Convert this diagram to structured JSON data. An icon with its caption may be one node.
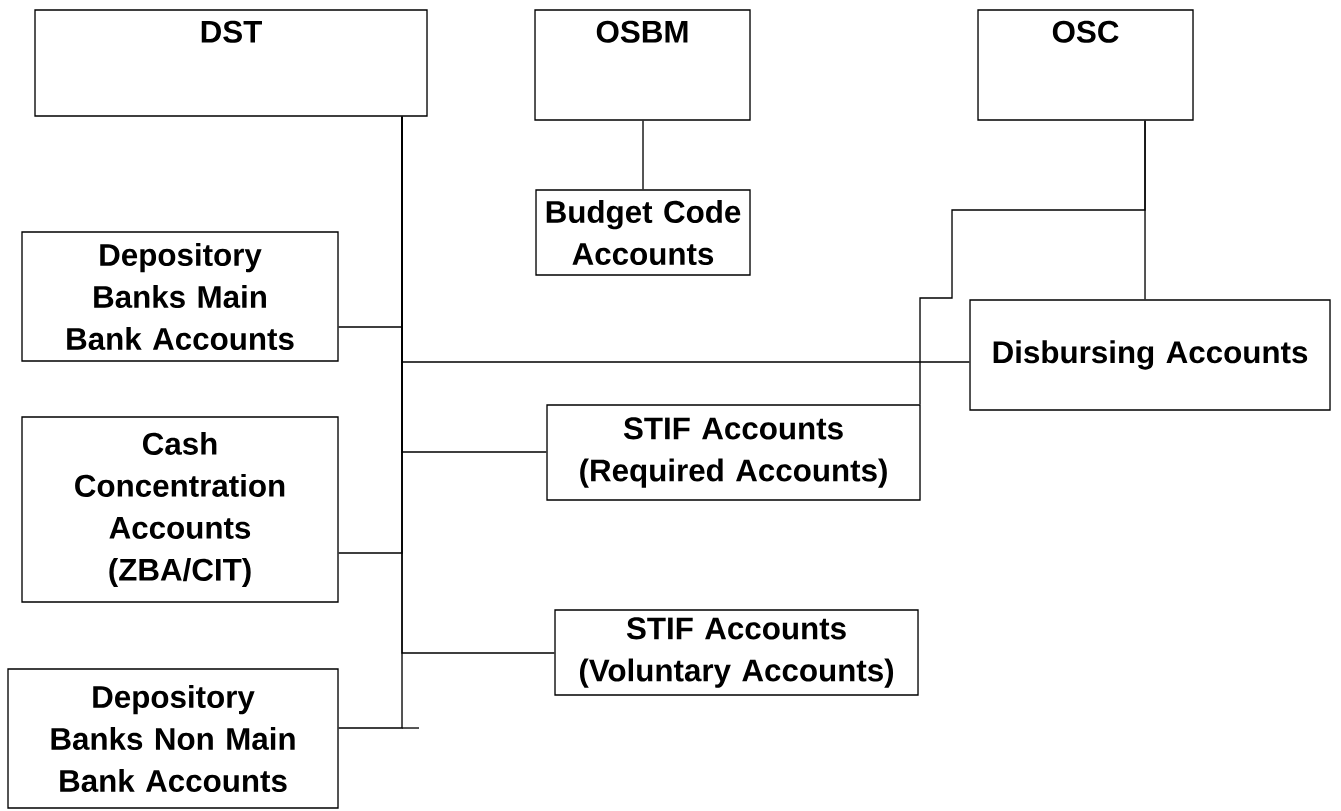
{
  "diagram": {
    "nodes": [
      {
        "text": [
          "DST"
        ]
      },
      {
        "text": [
          "OSBM"
        ]
      },
      {
        "text": [
          "OSC"
        ]
      },
      {
        "text": [
          "Budget Code Accounts"
        ]
      },
      {
        "text": [
          "Depository Banks Main Bank Accounts"
        ]
      },
      {
        "text": [
          "Disbursing Accounts"
        ]
      },
      {
        "text": [
          "STIF Accounts (Required Accounts)"
        ]
      },
      {
        "text": [
          "Cash Concentration Accounts (ZBA/CIT)"
        ]
      },
      {
        "text": [
          "STIF Accounts (Voluntary Accounts)"
        ]
      },
      {
        "text": [
          "Depository Banks Non Main Bank Accounts"
        ]
      }
    ],
    "edges": [
      {
        "from": 0,
        "to": 4,
        "arrow": "none"
      },
      {
        "from": 0,
        "to": 5,
        "arrow": "none"
      },
      {
        "from": 0,
        "to": 6,
        "arrow": "none"
      },
      {
        "from": 0,
        "to": 7,
        "arrow": "none"
      },
      {
        "from": 0,
        "to": 8,
        "arrow": "none"
      },
      {
        "from": 0,
        "to": 9,
        "arrow": "none"
      },
      {
        "from": 1,
        "to": 3,
        "arrow": "none"
      },
      {
        "from": 2,
        "to": 5,
        "arrow": "none"
      },
      {
        "from": 2,
        "to": 6,
        "arrow": "none"
      }
    ]
  }
}
